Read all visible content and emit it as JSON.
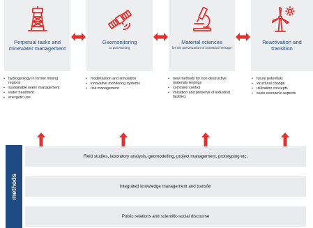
{
  "colors": {
    "accent_red": "#e2322f",
    "brand_blue": "#1f4a83",
    "panel_gray": "#eceef0"
  },
  "topics": [
    {
      "icon": "headframe-icon",
      "title": "Perpetual tasks and minewater management",
      "subtitle": "",
      "bullets": [
        "hydrogeology in former mining regions",
        "sustainable water management",
        "water treatment",
        "energetic use"
      ]
    },
    {
      "icon": "satellite-icon",
      "title": "Geomonitoring",
      "subtitle": "in post-mining",
      "bullets": [
        "modelisation and simulation",
        "innovative monitoring systems",
        "risk management"
      ]
    },
    {
      "icon": "microscope-icon",
      "title": "Material sciences",
      "subtitle": "for the preservation of industrial heritage",
      "bullets": [
        "new methods for non-destructive materials testings",
        "corrosion control",
        "valuation and preserve of industrial facilities"
      ]
    },
    {
      "icon": "wind-turbine-icon",
      "title": "Reactivation and transition",
      "subtitle": "",
      "bullets": [
        "future potentials",
        "structural change",
        "utilization concepts",
        "socio economic aspects"
      ]
    }
  ],
  "methods": {
    "label": "methods",
    "rows": [
      "Field studies, laboratory analysis, geomodelling, project management, prototyping etc.",
      "Integrated knowledge management and transfer",
      "Public relations and scientific-social discourse"
    ]
  }
}
